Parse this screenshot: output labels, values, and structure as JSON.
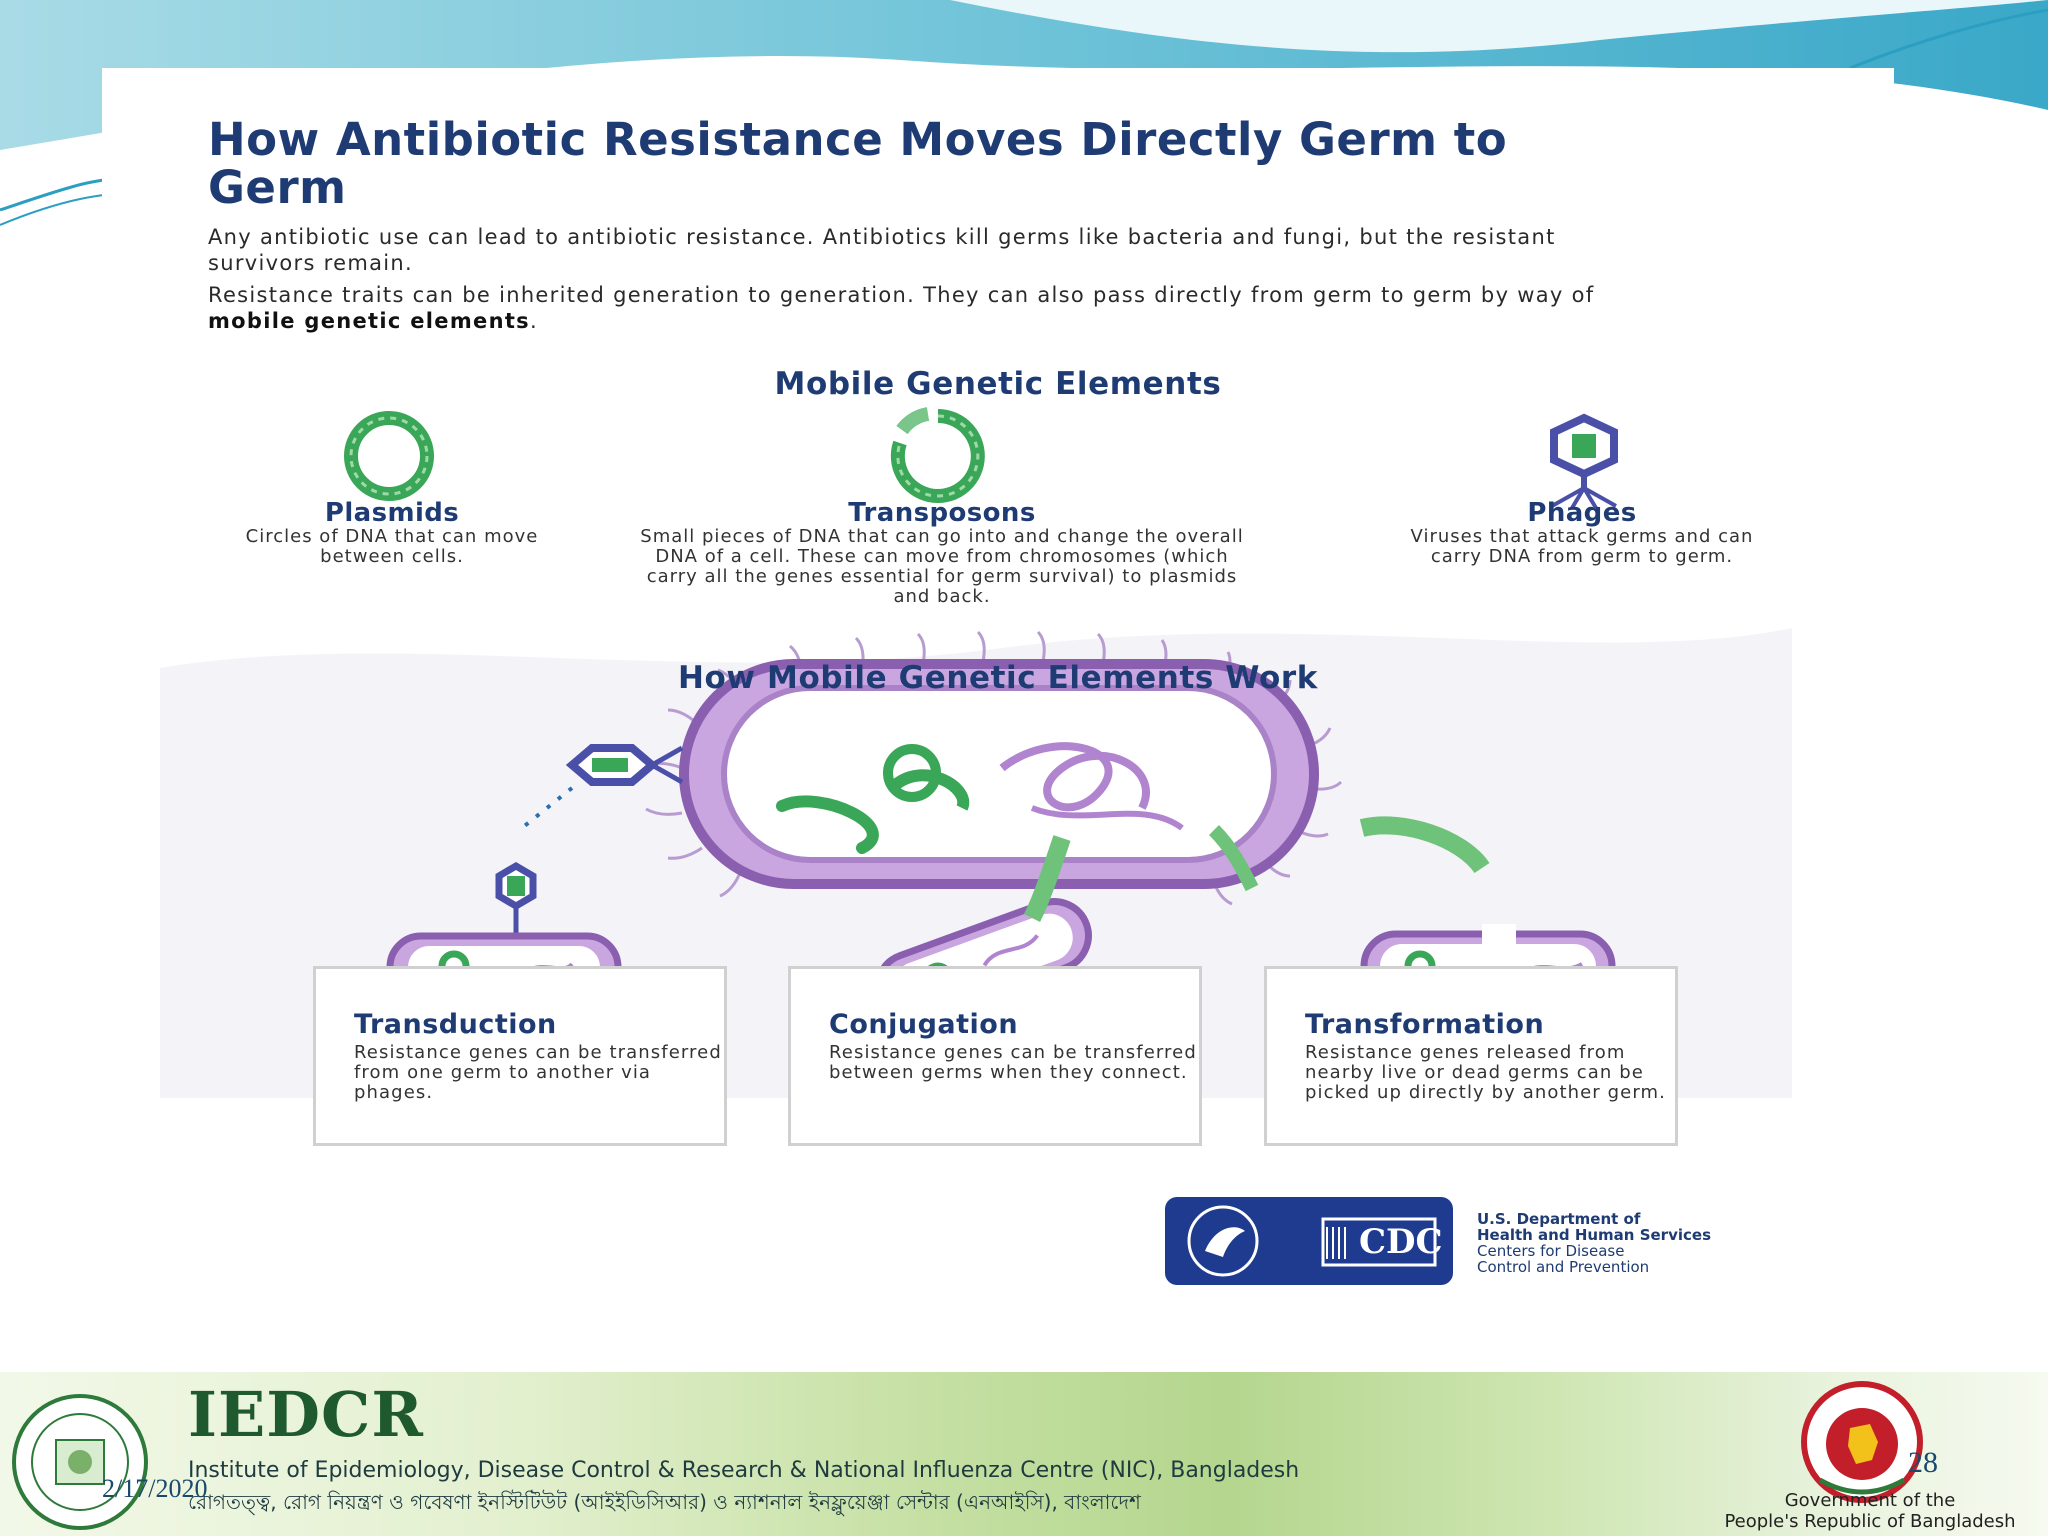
{
  "slide": {
    "title": "How Antibiotic Resistance Moves Directly Germ to Germ",
    "intro1": "Any antibiotic use can lead to antibiotic resistance. Antibiotics kill germs like bacteria and fungi, but the resistant survivors remain.",
    "intro2_prefix": "Resistance traits can be inherited generation to generation. They can also pass directly from germ to germ by way of ",
    "intro2_bold": "mobile genetic elements",
    "intro2_suffix": "."
  },
  "elements": {
    "heading": "Mobile Genetic Elements",
    "items": [
      {
        "name": "Plasmids",
        "desc": "Circles of DNA that can move between cells."
      },
      {
        "name": "Transposons",
        "desc": "Small pieces of DNA that can go into and change the overall DNA of a cell. These can move from chromosomes (which carry all the genes essential for germ survival) to plasmids and back."
      },
      {
        "name": "Phages",
        "desc": "Viruses that attack germs and can carry DNA from germ to germ."
      }
    ]
  },
  "work": {
    "heading": "How Mobile Genetic Elements Work",
    "processes": [
      {
        "name": "Transduction",
        "desc": "Resistance genes can be transferred from one germ to another via phages."
      },
      {
        "name": "Conjugation",
        "desc": "Resistance genes can be transferred between germs when they connect."
      },
      {
        "name": "Transformation",
        "desc": "Resistance genes released from nearby live or dead germs can be picked up directly by another germ."
      }
    ]
  },
  "agency": {
    "line1": "U.S. Department of",
    "line2": "Health and Human Services",
    "line3": "Centers for Disease",
    "line4": "Control and Prevention",
    "logo_text": "CDC"
  },
  "footer": {
    "org_short": "IEDCR",
    "org_en": "Institute of Epidemiology, Disease Control & Research & National Influenza Centre (NIC), Bangladesh",
    "org_bn": "রোগতত্ত্ব, রোগ নিয়ন্ত্রণ ও গবেষণা ইনস্টিটিউট (আইইডিসিআর) ও ন্যাশনাল ইনফ্লুয়েঞ্জা সেন্টার (এনআইসি), বাংলাদেশ",
    "gov_line1": "Government of the",
    "gov_line2": "People's Republic of Bangladesh",
    "date": "2/17/2020",
    "page_number": "28"
  },
  "colors": {
    "navy": "#1f3b73",
    "purple": "#8a5fb0",
    "green": "#3aa657"
  }
}
